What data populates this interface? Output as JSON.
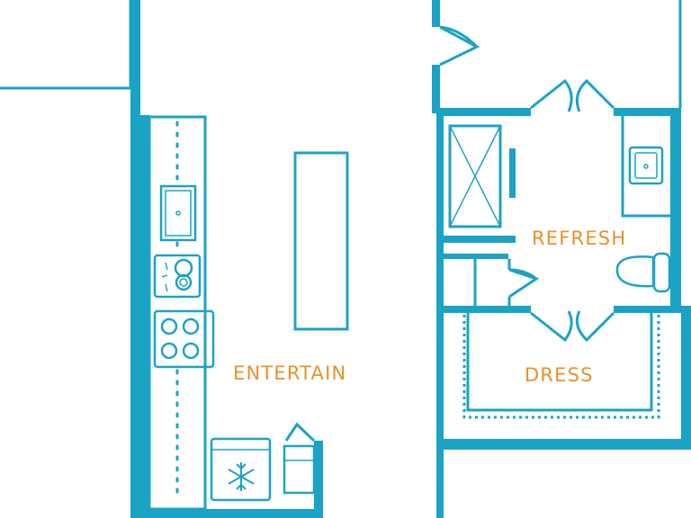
{
  "colors": {
    "wall": "#1ba3c6",
    "label": "#e8912b",
    "background": "#ffffff"
  },
  "rooms": {
    "entertain": "ENTERTAIN",
    "refresh": "REFRESH",
    "dress": "DRESS"
  },
  "fixtures": [
    "kitchen-sink-icon",
    "dishwasher-icon",
    "cooktop-icon",
    "refrigerator-icon",
    "pantry-icon",
    "kitchen-island",
    "shower-icon",
    "bathroom-sink-icon",
    "toilet-icon",
    "closet-rod"
  ]
}
